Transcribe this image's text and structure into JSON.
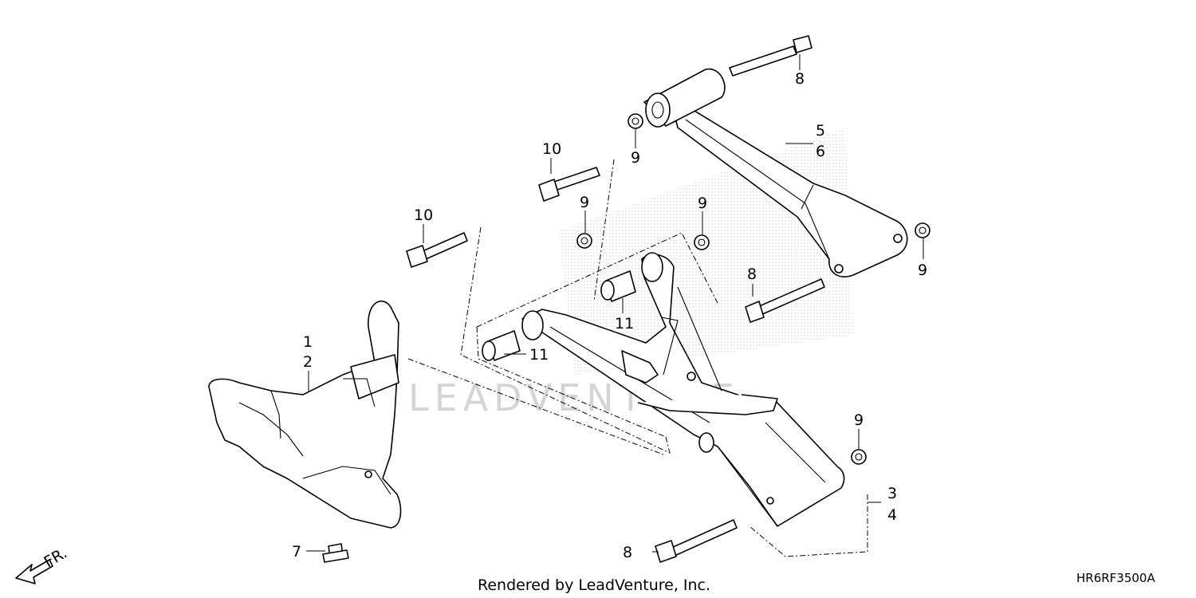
{
  "watermark": "LEADVENTURE",
  "footer": {
    "rendered_by": "Rendered by LeadVenture, Inc.",
    "diagram_code": "HR6RF3500A"
  },
  "direction_indicator": "FR.",
  "callouts": {
    "c1": "1",
    "c2": "2",
    "c3": "3",
    "c4": "4",
    "c5": "5",
    "c6": "6",
    "c7": "7",
    "c8a": "8",
    "c8b": "8",
    "c8c": "8",
    "c9a": "9",
    "c9b": "9",
    "c9c": "9",
    "c9d": "9",
    "c9e": "9",
    "c10a": "10",
    "c10b": "10",
    "c11a": "11",
    "c11b": "11"
  },
  "colors": {
    "line": "#000000",
    "background": "#ffffff",
    "watermark": "#d4d4d4"
  }
}
